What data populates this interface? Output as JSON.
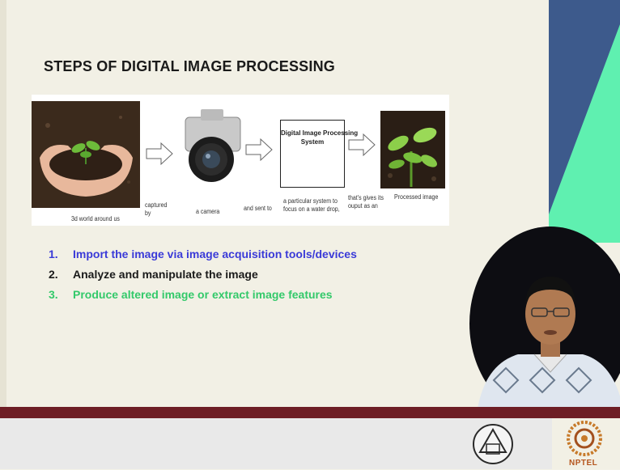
{
  "slide": {
    "title": "STEPS OF DIGITAL IMAGE PROCESSING"
  },
  "flow": {
    "world_caption": "3d world around us",
    "captured_by": "captured\nby",
    "camera_caption": "a camera",
    "sent_to": "and sent to",
    "system_label": "Digital Image Processing\nSystem",
    "system_caption": "a particular system to\nfocus on a water drop,",
    "gives_output": "that's gives its\nouput as an",
    "processed_caption": "Processed image"
  },
  "steps": [
    {
      "num": "1.",
      "text": "Import the image via image acquisition tools/devices",
      "color": "#3a3ad8"
    },
    {
      "num": "2.",
      "text": "Analyze and manipulate the image",
      "color": "#1a1a1a"
    },
    {
      "num": "3.",
      "text": "Produce altered image or extract image features",
      "color": "#33c96a"
    }
  ],
  "colors": {
    "background": "#f2f0e5",
    "panel_blue": "#3d5a8c",
    "panel_mint": "#5ff0b0",
    "footer_bar": "#6e1e25"
  },
  "footer": {
    "nptel_logo_text": "NPTEL"
  }
}
